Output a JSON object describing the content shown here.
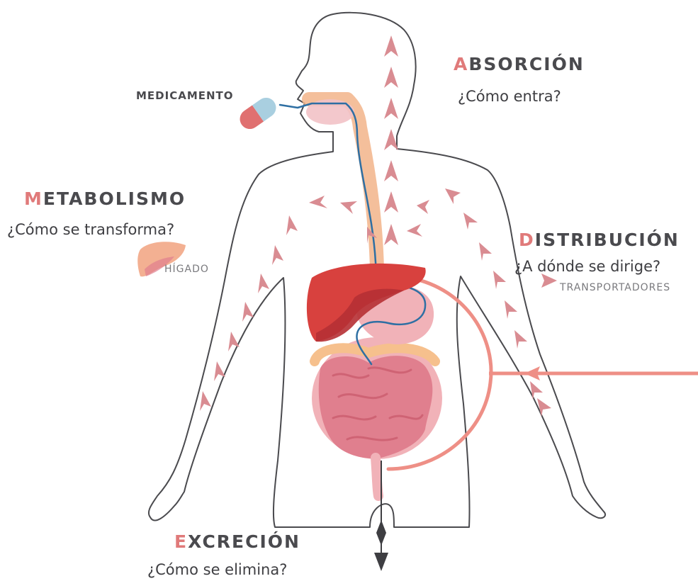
{
  "stages": {
    "absorcion": {
      "initial": "A",
      "rest": "BSORCIÓN",
      "question": "¿Cómo entra?"
    },
    "metabolismo": {
      "initial": "M",
      "rest": "ETABOLISMO",
      "question": "¿Cómo se transforma?"
    },
    "distribucion": {
      "initial": "D",
      "rest": "ISTRIBUCIÓN",
      "question": "¿A dónde se dirige?"
    },
    "excrecion": {
      "initial": "E",
      "rest": "XCRECIÓN",
      "question": "¿Cómo se elimina?"
    }
  },
  "labels": {
    "medicamento": "MEDICAMENTO",
    "higado": "HÍGADO",
    "transportadores": "TRANSPORTADORES"
  },
  "colors": {
    "accent": "#e07a7a",
    "outline": "#4a4a4e",
    "arrow": "#d98c92",
    "liver": "#d8413e",
    "intestine": "#e07f8e",
    "esophagus": "#f2b48a",
    "tract_line": "#2e6fa3",
    "path": "#ee8f86"
  },
  "icons": {
    "pill": "capsule-icon",
    "liver": "liver-icon",
    "transporter": "chevron-arrow-icon"
  }
}
